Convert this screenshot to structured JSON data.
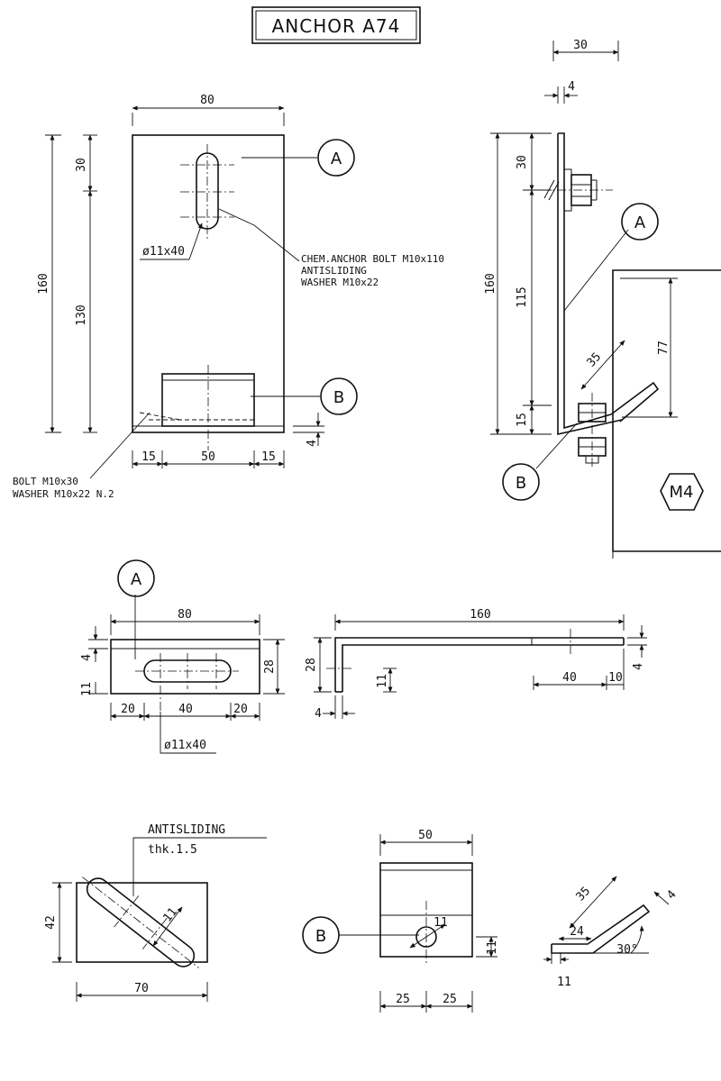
{
  "title": "ANCHOR A74",
  "callouts": {
    "a": "A",
    "b": "B"
  },
  "badge": "M4",
  "front_view": {
    "width": "80",
    "dim_30": "30",
    "dim_130": "130",
    "dim_160": "160",
    "dim_4": "4",
    "slot": "ø11x40",
    "anchor_note": [
      "CHEM.ANCHOR BOLT M10x110",
      "ANTISLIDING",
      "WASHER M10x22"
    ],
    "bolt_note": [
      "BOLT M10x30",
      "WASHER M10x22 N.2"
    ],
    "bottom_dims": [
      "15",
      "50",
      "15"
    ]
  },
  "side_view": {
    "dim_30_top": "30",
    "dim_4": "4",
    "dim_160": "160",
    "dim_30": "30",
    "dim_115": "115",
    "dim_15": "15",
    "dim_35": "35",
    "dim_77": "77"
  },
  "plate_view": {
    "width": "80",
    "dim_4": "4",
    "dim_11": "11",
    "dim_28": "28",
    "bottom_dims": [
      "20",
      "40",
      "20"
    ],
    "slot": "ø11x40"
  },
  "l_profile": {
    "length": "160",
    "dim_28": "28",
    "dim_11": "11",
    "dim_4_right": "4",
    "dim_4_bottom": "4",
    "dim_40": "40",
    "dim_10": "10"
  },
  "antisliding": {
    "label": "ANTISLIDING",
    "thickness": "thk.1.5",
    "dim_42": "42",
    "dim_70": "70",
    "dim_11": "11"
  },
  "bracket_b": {
    "width": "50",
    "hole": "11",
    "dim_11": "11",
    "bottom_dims": [
      "25",
      "25"
    ]
  },
  "angle_detail": {
    "dim_35": "35",
    "dim_4": "4",
    "dim_24": "24",
    "angle": "30°",
    "dim_11": "11"
  }
}
